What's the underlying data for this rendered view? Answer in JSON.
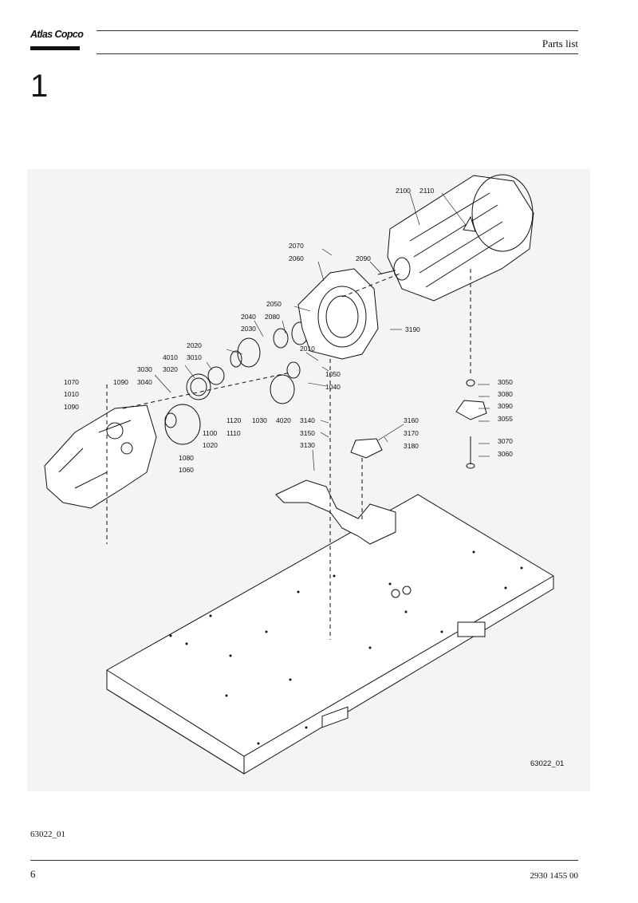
{
  "header": {
    "brand": "Atlas Copco",
    "title": "Parts list"
  },
  "section": {
    "number": "1"
  },
  "drawing": {
    "reference": "63022_01",
    "callouts": [
      "2100",
      "2110",
      "2070",
      "2060",
      "2090",
      "2050",
      "3190",
      "2040",
      "2080",
      "2030",
      "2010",
      "2020",
      "3010",
      "1050",
      "4010",
      "3020",
      "1040",
      "3030",
      "1070",
      "1090",
      "3040",
      "1010",
      "1030",
      "4020",
      "1120",
      "1090",
      "1110",
      "1100",
      "1020",
      "1080",
      "1060",
      "3050",
      "3080",
      "3090",
      "3055",
      "3070",
      "3060",
      "3140",
      "3160",
      "3150",
      "3170",
      "3130",
      "3180"
    ]
  },
  "footer": {
    "reference": "63022_01",
    "page_number": "6",
    "document_number": "2930 1455 00"
  }
}
